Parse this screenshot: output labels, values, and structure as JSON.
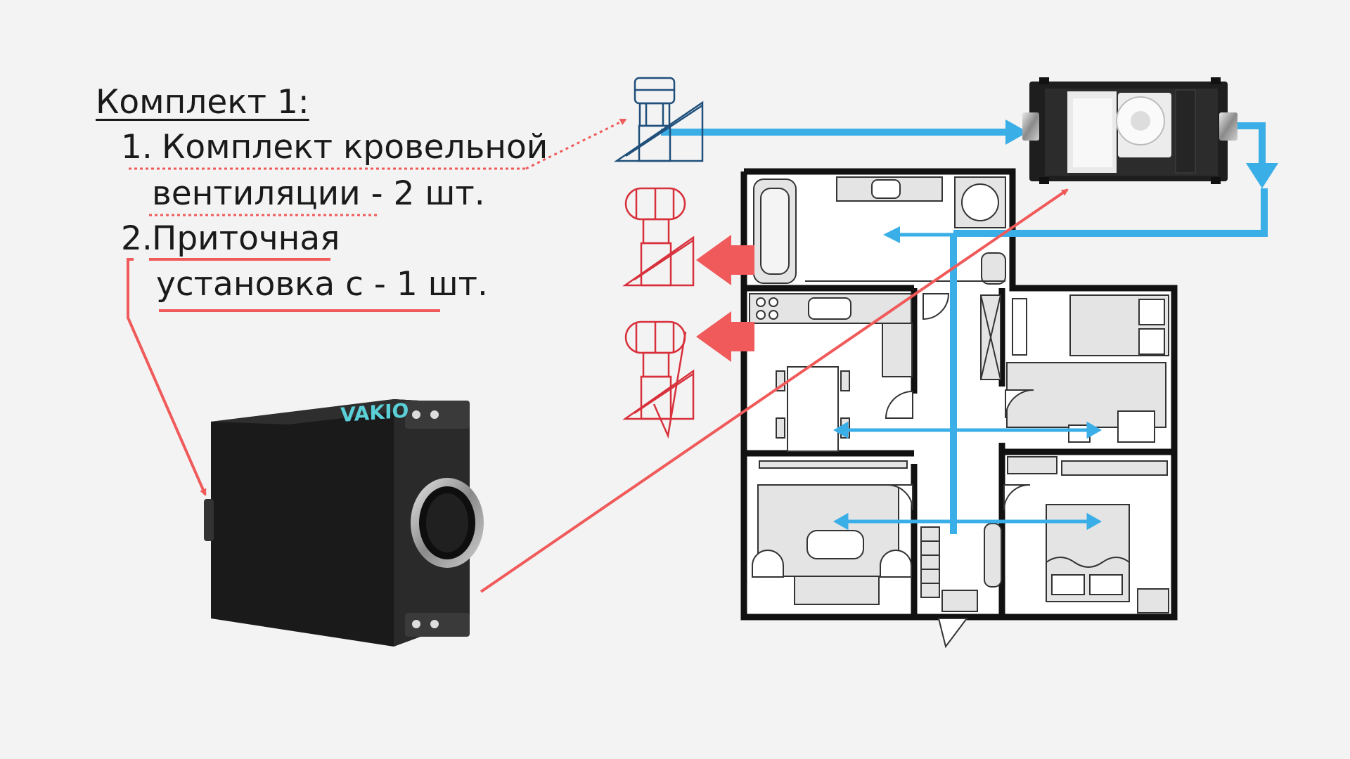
{
  "kit": {
    "title": "Комплект 1:",
    "items": [
      {
        "number": "1.",
        "line1": "Комплект кровельной",
        "line2": "вентиляции - 2 шт."
      },
      {
        "number": "2.",
        "line1": "Приточная",
        "line2": "установка с  - 1 шт."
      }
    ]
  },
  "device_logo": "VAKIO",
  "colors": {
    "background": "#f3f3f3",
    "supply_air": "#3aaee6",
    "exhaust_air": "#f05a5a",
    "roof_vent_supply": "#1f4f7a",
    "roof_vent_exhaust": "#d8303b",
    "wall": "#111111",
    "device_body": "#1c1c1c",
    "logo": "#5ad0d8"
  },
  "icons": [
    "roof-vent-supply-icon",
    "roof-vent-exhaust-icon",
    "ventilation-unit-icon",
    "floor-plan"
  ]
}
